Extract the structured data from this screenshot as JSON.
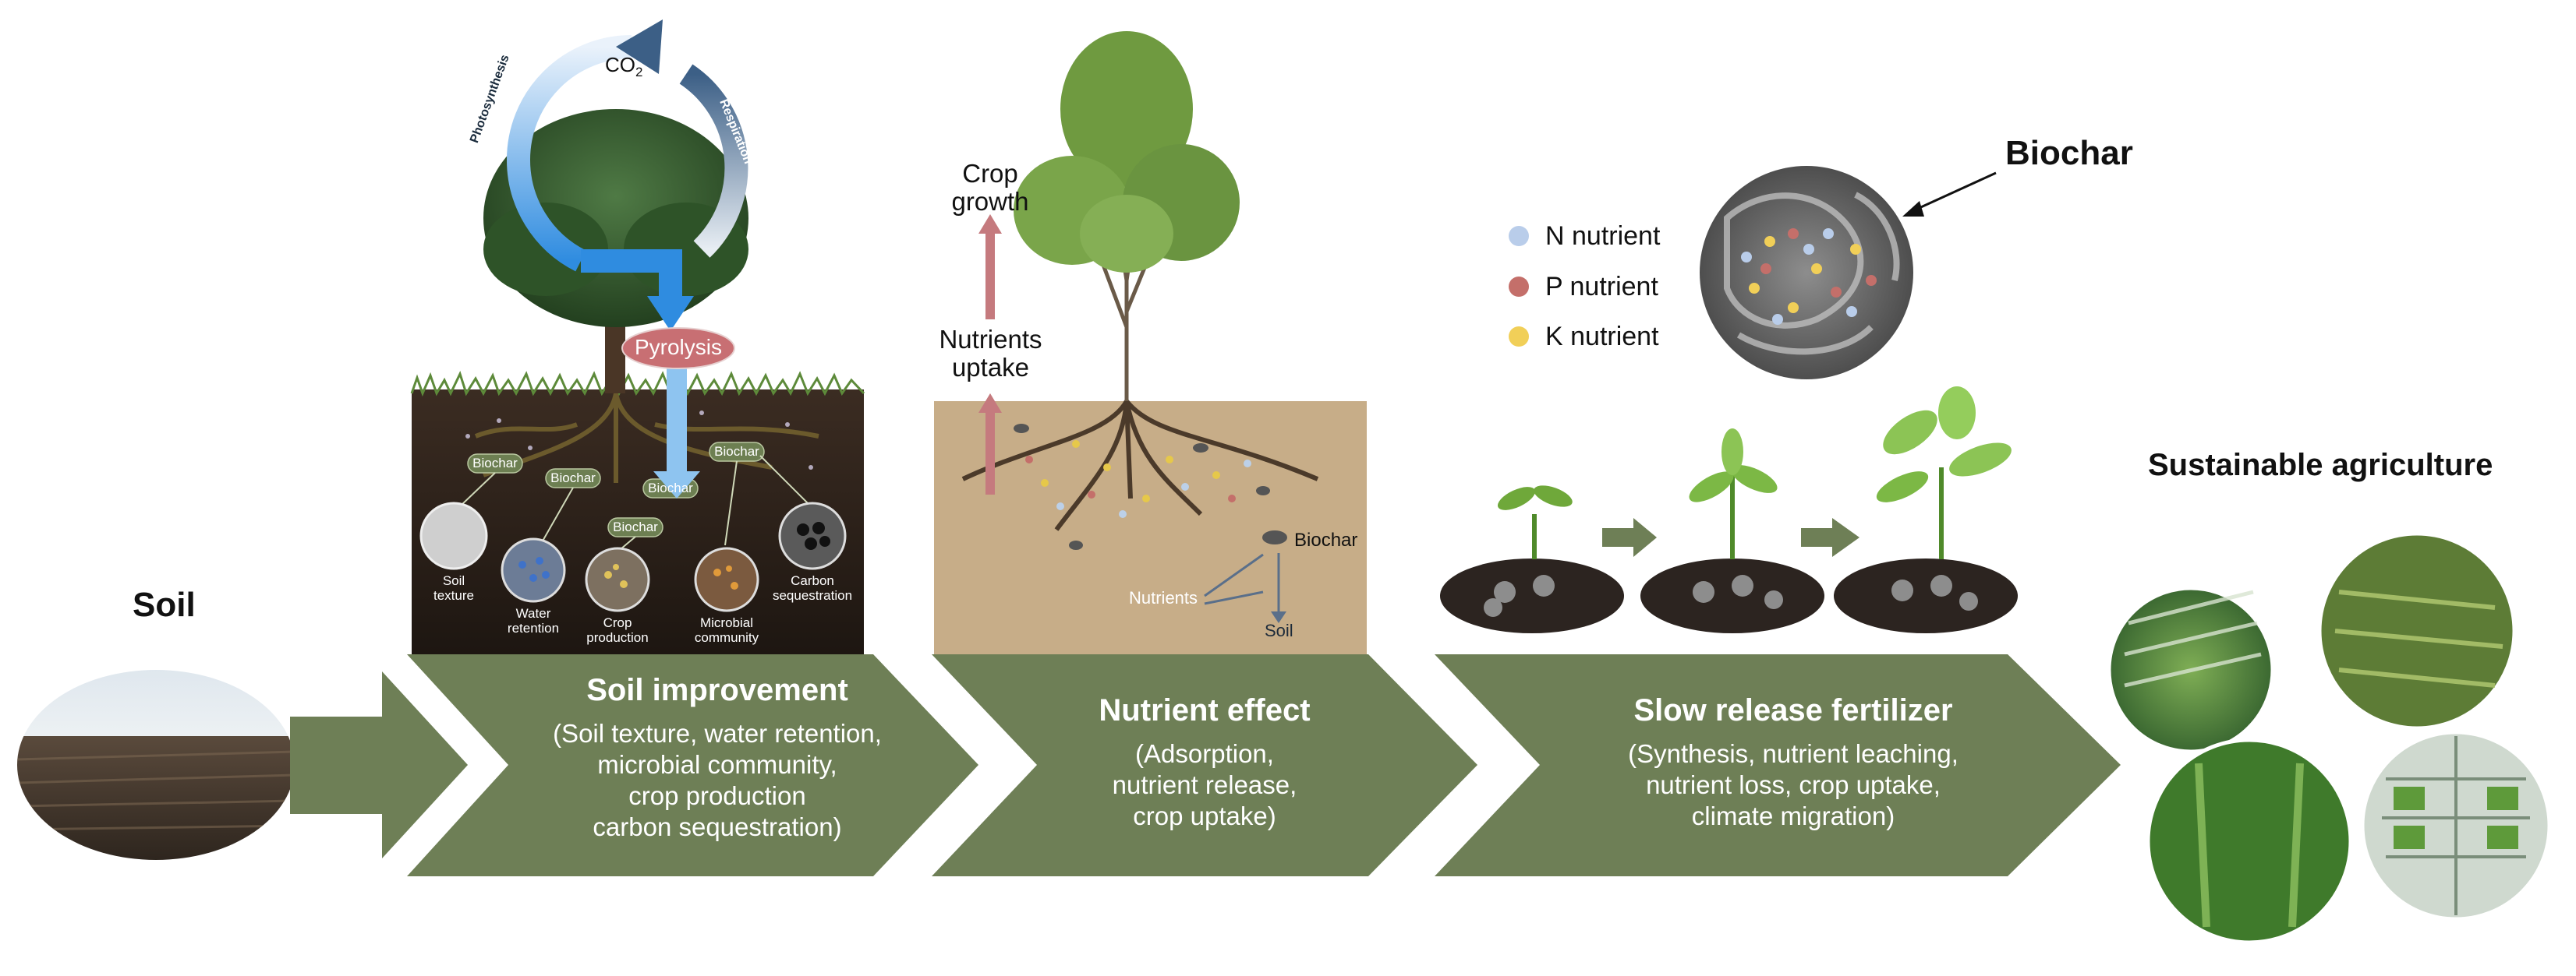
{
  "labels": {
    "soil": "Soil",
    "sustainable": "Sustainable agriculture",
    "biochar": "Biochar",
    "co2": "CO",
    "co2_sub": "2",
    "photosynthesis": "Photosynthesis",
    "respiration": "Respiration",
    "pyrolysis": "Pyrolysis",
    "crop_growth_1": "Crop",
    "crop_growth_2": "growth",
    "nutrients_uptake_1": "Nutrients",
    "nutrients_uptake_2": "uptake",
    "nutrients": "Nutrients",
    "soil_small": "Soil",
    "biochar_small": "Biochar"
  },
  "legend": [
    {
      "label": "N nutrient",
      "color": "#b9cdea"
    },
    {
      "label": "P nutrient",
      "color": "#c46f6a"
    },
    {
      "label": "K nutrient",
      "color": "#f1cf58"
    }
  ],
  "soil_panel": {
    "tags": [
      "Biochar",
      "Biochar",
      "Biochar",
      "Biochar",
      "Biochar"
    ],
    "circles": [
      {
        "label": "Soil\ntexture"
      },
      {
        "label": "Water\nretention"
      },
      {
        "label": "Crop\nproduction"
      },
      {
        "label": "Microbial\ncommunity"
      },
      {
        "label": "Carbon\nsequestration"
      }
    ]
  },
  "sections": [
    {
      "title": "Soil improvement",
      "desc": "(Soil texture, water retention,\nmicrobial community,\ncrop production\ncarbon sequestration)"
    },
    {
      "title": "Nutrient effect",
      "desc": "(Adsorption,\nnutrient release,\ncrop uptake)"
    },
    {
      "title": "Slow release fertilizer",
      "desc": "(Synthesis, nutrient leaching,\nnutrient loss, crop uptake,\nclimate migration)"
    }
  ],
  "colors": {
    "arrow_green": "#6e7f56",
    "soil_tan": "#c7ad88",
    "cycle_blue": "#4a9be0",
    "pyrolysis_pink": "#c86f73",
    "uptake_arrow": "#c57a7e"
  }
}
